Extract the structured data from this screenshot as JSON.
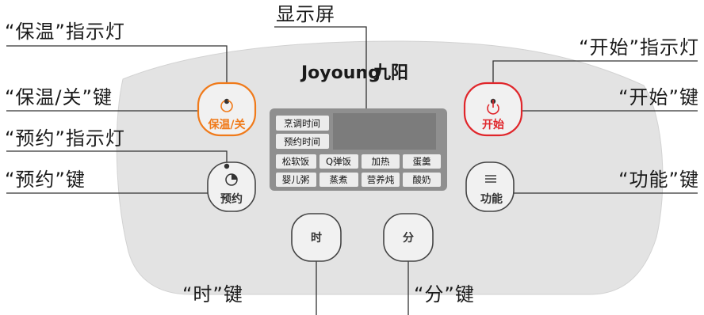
{
  "callouts": {
    "display": "显示屏",
    "keep_warm_indicator": "“保温”指示灯",
    "keep_warm_key": "“保温/关”键",
    "preset_indicator": "“预约”指示灯",
    "preset_key": "“预约”键",
    "start_indicator": "“开始”指示灯",
    "start_key": "“开始”键",
    "function_key": "“功能”键",
    "hour_key": "“时”键",
    "minute_key": "“分”键"
  },
  "brand": {
    "latin": "Joyoung",
    "chinese": "九阳"
  },
  "keys": {
    "keep_warm": "保温/关",
    "start": "开始",
    "preset": "预约",
    "function": "功能",
    "hour": "时",
    "minute": "分"
  },
  "lcd": {
    "labels": [
      "烹调时间",
      "预约时间"
    ],
    "menu_row1": [
      "松软饭",
      "Q弹饭",
      "加热",
      "蛋羹"
    ],
    "menu_row2": [
      "婴儿粥",
      "蒸煮",
      "营养炖",
      "酸奶"
    ]
  },
  "colors": {
    "panel": "#e3e3e3",
    "keep_warm_accent": "#f07a1a",
    "start_accent": "#e0262b",
    "lcd": "#8f8f8f",
    "lcd_screen": "#7c7c7c"
  }
}
